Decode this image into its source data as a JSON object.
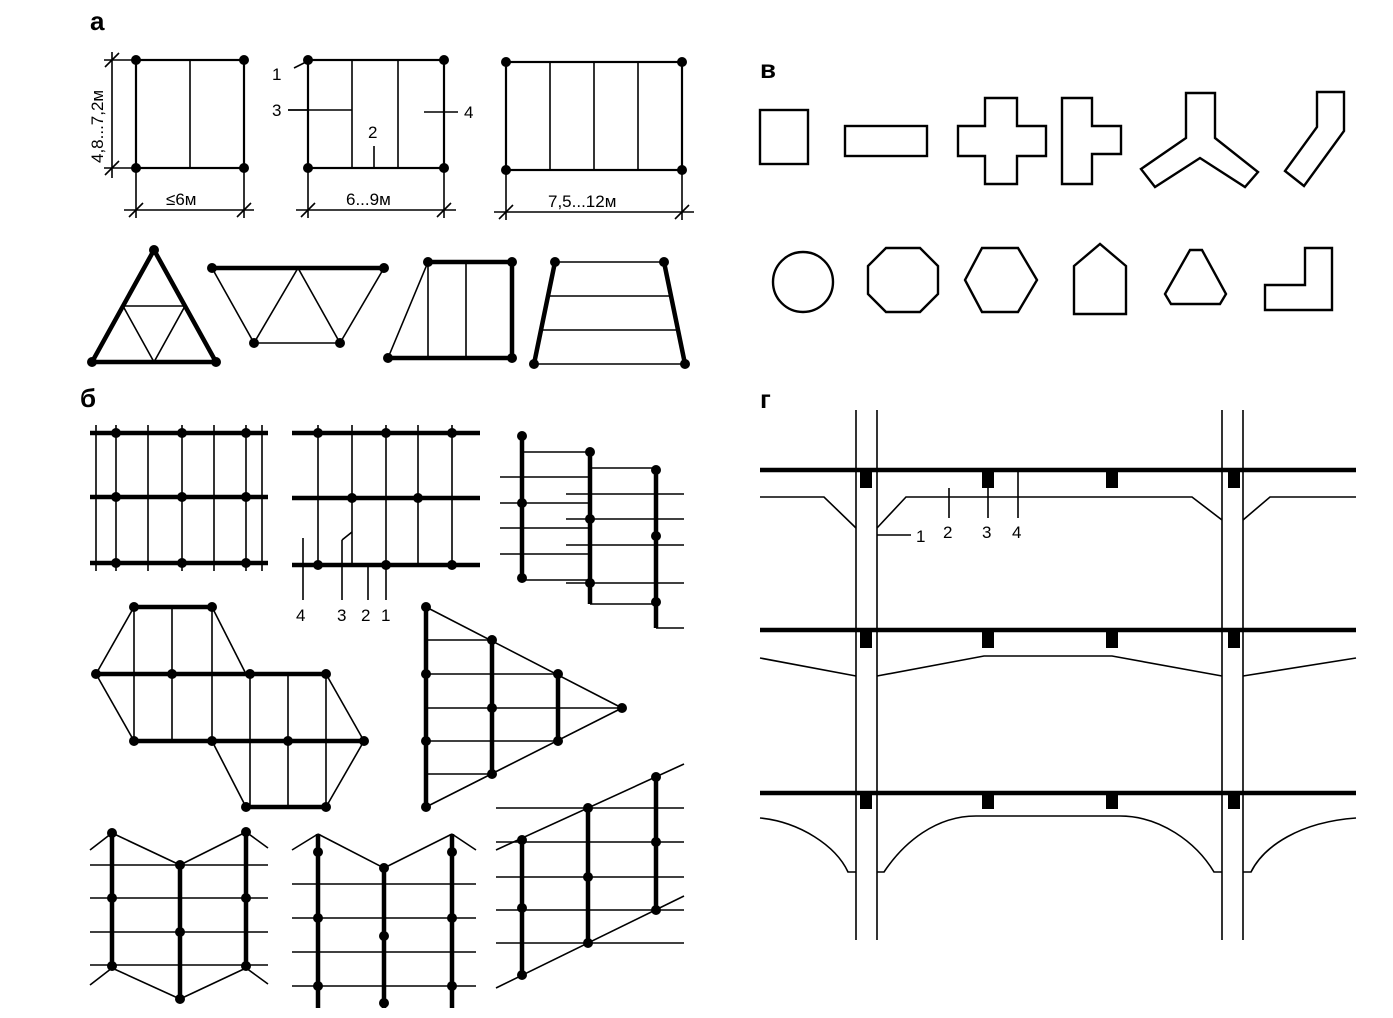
{
  "panels": {
    "a": "а",
    "b": "б",
    "v": "в",
    "g": "г"
  },
  "panel_a": {
    "dim_height": "4,8...7,2м",
    "dim_width_1": "≤6м",
    "dim_width_2": "6...9м",
    "dim_width_3": "7,5...12м",
    "callouts": [
      "1",
      "2",
      "3",
      "4"
    ]
  },
  "panel_b": {
    "callouts": [
      "4",
      "3",
      "2",
      "1"
    ]
  },
  "panel_g": {
    "callouts": [
      "1",
      "2",
      "3",
      "4"
    ]
  }
}
